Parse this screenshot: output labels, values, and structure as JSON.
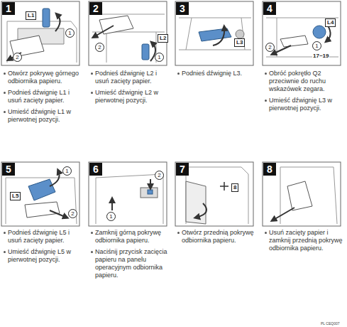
{
  "diagram": {
    "nodes": [
      {
        "text": [
          "1"
        ]
      },
      {
        "text": [
          "2"
        ]
      },
      {
        "text": [
          "3"
        ]
      },
      {
        "text": [
          "4"
        ]
      },
      {
        "text": [
          "5"
        ]
      },
      {
        "text": [
          "6"
        ]
      },
      {
        "text": [
          "7"
        ]
      },
      {
        "text": [
          "8"
        ]
      }
    ],
    "labels": [
      "L1",
      "1",
      "2",
      "Otwórz pokrywę górnego odbiornika papieru.",
      "Podnieś dźwignię L1 i usuń zacięty papier.",
      "Umieść dźwignię L1 w pierwotnej pozycji.",
      "L2",
      "2",
      "1",
      "Podnieś dźwignię L2 i usuń zacięty papier.",
      "Umieść dźwignię L2 w pierwotnej pozycji.",
      "L3",
      "Podnieś dźwignię L3.",
      "L4",
      "1",
      "2",
      "17~19",
      "Obróć pokrętło Q2 przeciwnie do ruchu wskazówek zegara.",
      "Umieść dźwignię L3 w pierwotnej pozycji.",
      "1",
      "L5",
      "2",
      "Podnieś dźwignię L5 i usuń zacięty papier.",
      "Umieść dźwignię L5 w pierwotnej pozycji.",
      "2",
      "1",
      "Zamknij górną pokrywę odbiornika papieru.",
      "Naciśnij przycisk zacięcia papieru na panelu operacyjnym odbiornika papieru.",
      "8",
      "Otwórz przednią pokrywę odbiornika papieru.",
      "Usuń zacięty papier i zamknij przednią pokrywę odbiornika papieru.",
      "PL CEQ007"
    ]
  }
}
